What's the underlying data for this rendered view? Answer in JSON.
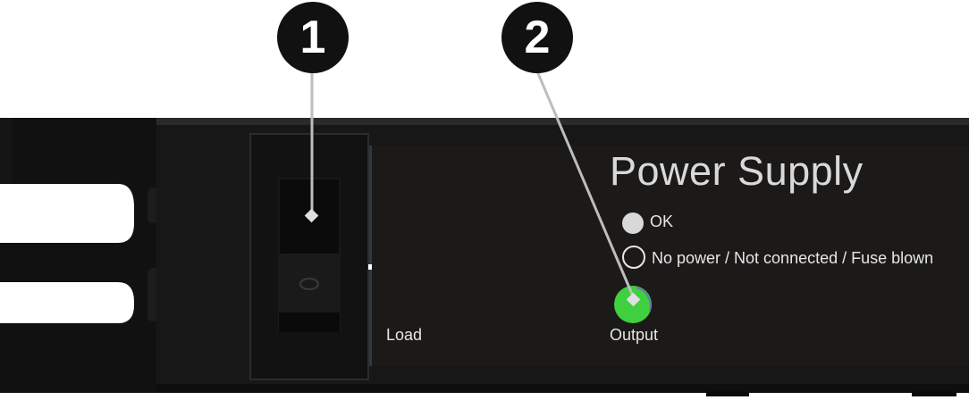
{
  "panel": {
    "title": "Power Supply",
    "legend": {
      "ok_label": "OK",
      "no_power_label": "No power / Not connected / Fuse blown"
    },
    "switch_label": "Load",
    "output_label": "Output"
  },
  "callouts": [
    {
      "number": "1"
    },
    {
      "number": "2"
    }
  ],
  "colors": {
    "led_output": "#3fcf3f",
    "led_ok": "#d8d8d8",
    "callout": "#111111",
    "chassis": "#151515"
  }
}
